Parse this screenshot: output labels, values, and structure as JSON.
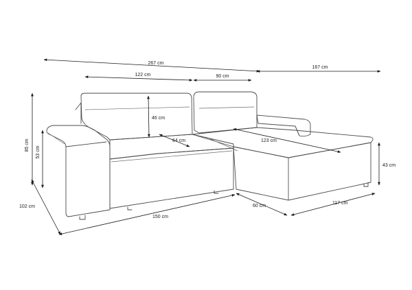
{
  "dimensions": {
    "total_width": "267 cm",
    "chaise_width": "167 cm",
    "back_left": "122 cm",
    "back_right": "90 cm",
    "back_height": "46 cm",
    "seat_depth": "64 cm",
    "chaise_length": "123 cm",
    "total_height": "85 cm",
    "arm_height": "53 cm",
    "total_depth": "102 cm",
    "front_width": "150 cm",
    "chaise_front": "60 cm",
    "chaise_side": "117 cm",
    "seat_height": "43 cm"
  }
}
